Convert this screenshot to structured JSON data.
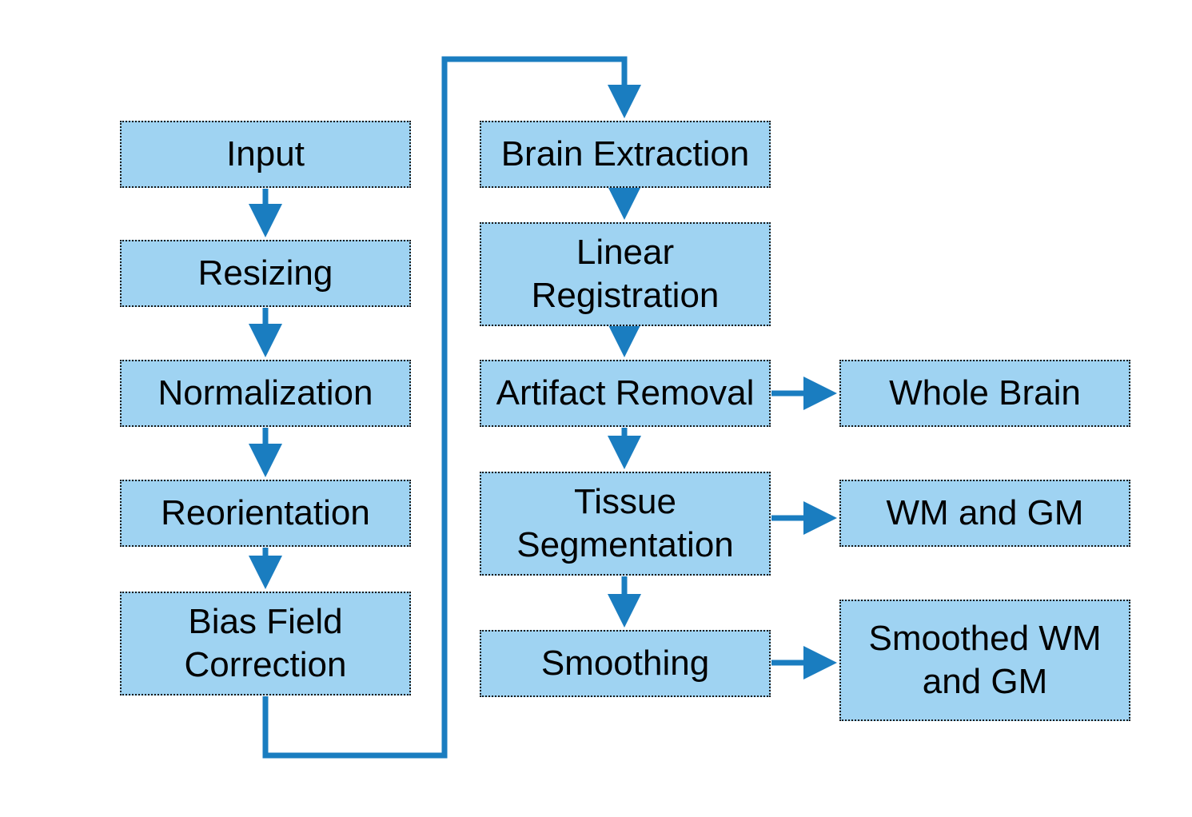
{
  "colors": {
    "box_fill": "#9fd3f2",
    "box_border": "#1a1a1a",
    "arrow": "#1a7dc0"
  },
  "nodes": {
    "input": "Input",
    "resizing": "Resizing",
    "normalization": "Normalization",
    "reorientation": "Reorientation",
    "bias_field_correction": [
      "Bias Field",
      "Correction"
    ],
    "brain_extraction": "Brain Extraction",
    "linear_registration": [
      "Linear",
      "Registration"
    ],
    "artifact_removal": "Artifact Removal",
    "tissue_segmentation": [
      "Tissue",
      "Segmentation"
    ],
    "smoothing": "Smoothing",
    "whole_brain": "Whole Brain",
    "wm_and_gm": "WM and GM",
    "smoothed_wm_and_gm": [
      "Smoothed WM",
      "and GM"
    ]
  },
  "edges": [
    [
      "input",
      "resizing"
    ],
    [
      "resizing",
      "normalization"
    ],
    [
      "normalization",
      "reorientation"
    ],
    [
      "reorientation",
      "bias_field_correction"
    ],
    [
      "bias_field_correction",
      "brain_extraction"
    ],
    [
      "brain_extraction",
      "linear_registration"
    ],
    [
      "linear_registration",
      "artifact_removal"
    ],
    [
      "artifact_removal",
      "tissue_segmentation"
    ],
    [
      "tissue_segmentation",
      "smoothing"
    ],
    [
      "artifact_removal",
      "whole_brain"
    ],
    [
      "tissue_segmentation",
      "wm_and_gm"
    ],
    [
      "smoothing",
      "smoothed_wm_and_gm"
    ]
  ]
}
